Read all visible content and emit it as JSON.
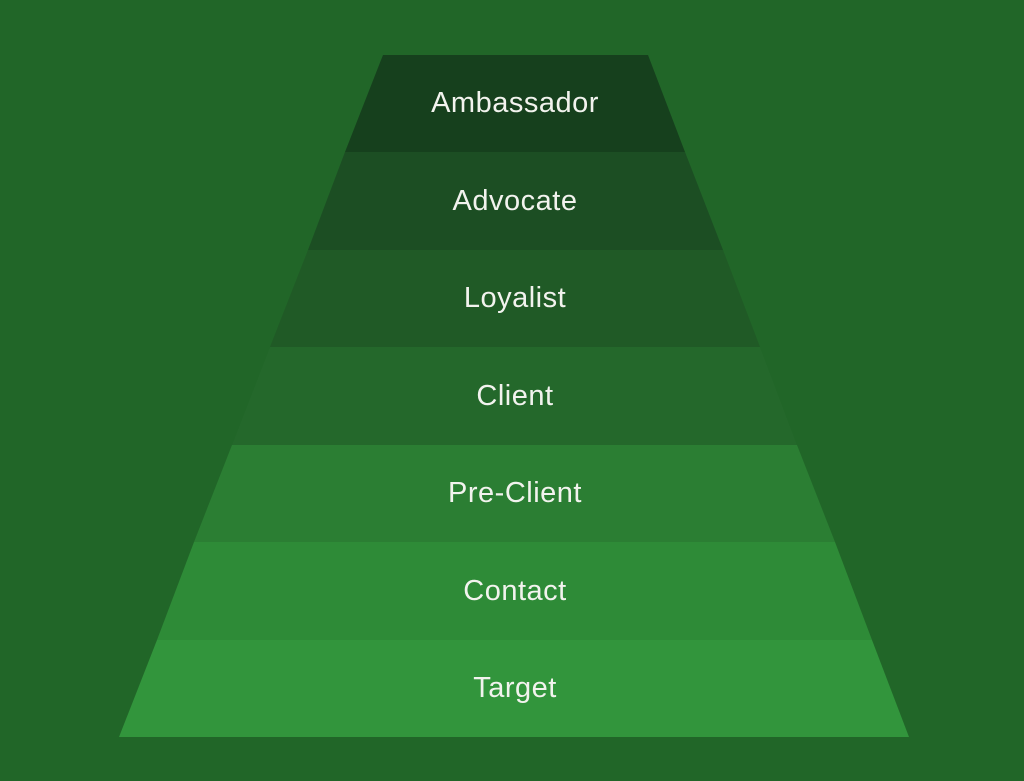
{
  "pyramid": {
    "background_color": "#216628",
    "text_color": "#f2f3ee",
    "levels": [
      {
        "label": "Ambassador",
        "color": "#16401d"
      },
      {
        "label": "Advocate",
        "color": "#1c4e23"
      },
      {
        "label": "Loyalist",
        "color": "#205a26"
      },
      {
        "label": "Client",
        "color": "#24682b"
      },
      {
        "label": "Pre-Client",
        "color": "#2b7e33"
      },
      {
        "label": "Contact",
        "color": "#2e8b37"
      },
      {
        "label": "Target",
        "color": "#32953c"
      }
    ]
  }
}
